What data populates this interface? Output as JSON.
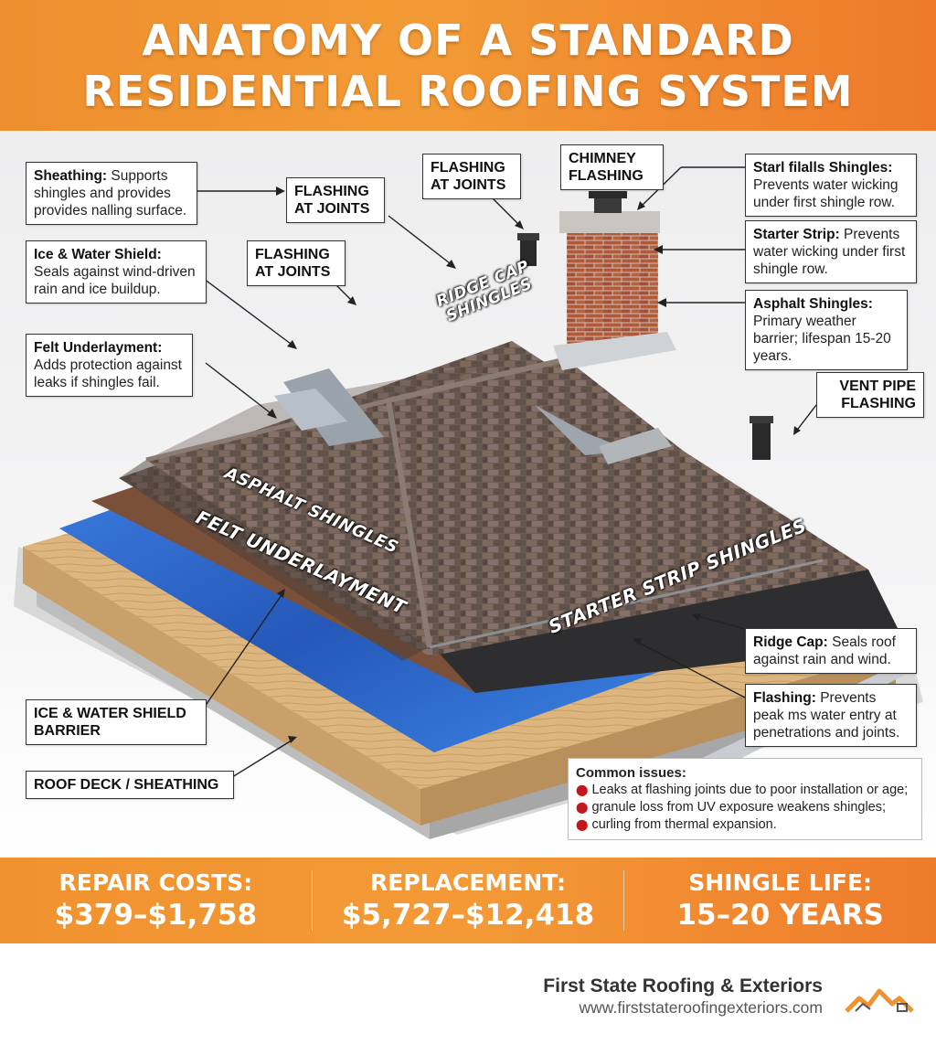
{
  "title": {
    "line1": "ANATOMY OF A STANDARD",
    "line2": "RESIDENTIAL ROOFING SYSTEM"
  },
  "callouts": {
    "sheathing": {
      "heading": "Sheathing:",
      "text": " Supports shingles and provides provides nalling surface."
    },
    "ice_water": {
      "heading": "Ice & Water Shield:",
      "text": " Seals against wind-driven rain and ice buildup."
    },
    "felt": {
      "heading": "Felt Underlayment:",
      "text": " Adds protection against leaks if shingles fail."
    },
    "starl": {
      "heading": "Starl filalls Shingles:",
      "text": " Prevents water wicking under first shingle row."
    },
    "starter": {
      "heading": "Starter Strip:",
      "text": " Prevents water wicking under first shingle row."
    },
    "asphalt": {
      "heading": "Asphalt Shingles:",
      "text": " Primary weather barrier; lifespan 15-20 years."
    },
    "ridge_cap": {
      "heading": "Ridge Cap:",
      "text": " Seals roof against rain and wind."
    },
    "flashing": {
      "heading": "Flashing:",
      "text": " Prevents peak ms water entry at penetrations and joints."
    }
  },
  "tags": {
    "flashing_joints_1": "FLASHING AT JOINTS",
    "flashing_joints_2": "FLASHING AT JOINTS",
    "flashing_joints_3": "FLASHING AT JOINTS",
    "chimney_flashing": "CHIMNEY FLASHING",
    "vent_pipe": "VENT PIPE FLASHING",
    "ice_water_barrier": "ICE & WATER SHIELD BARRIER",
    "roof_deck": "ROOF DECK / SHEATHING"
  },
  "layer_labels": {
    "ridge_cap": "RIDGE CAP SHINGLES",
    "asphalt": "ASPHALT SHINGLES",
    "felt": "FELT UNDERLAYMENT",
    "starter": "STARTER STRIP SHINGLES"
  },
  "issues": {
    "title": "Common issues:",
    "items": [
      "Leaks at flashing joints due to poor installation or age;",
      "granule loss from UV exposure weakens shingles;",
      "curling from thermal expansion."
    ]
  },
  "stats": [
    {
      "label": "REPAIR COSTS:",
      "value": "$379–$1,758"
    },
    {
      "label": "REPLACEMENT:",
      "value": "$5,727–$12,418"
    },
    {
      "label": "SHINGLE LIFE:",
      "value": "15–20 YEARS"
    }
  ],
  "footer": {
    "company": "First State Roofing & Exteriors",
    "url": "www.firststateroofingexteriors.com"
  },
  "colors": {
    "orange": "#f0922f",
    "shingle": "#6e5d52",
    "felt": "#7a5038",
    "starter": "#2e2e30",
    "ice_shield": "#2f6fd0",
    "deck": "#d9b47c",
    "brick": "#b05a3c"
  }
}
